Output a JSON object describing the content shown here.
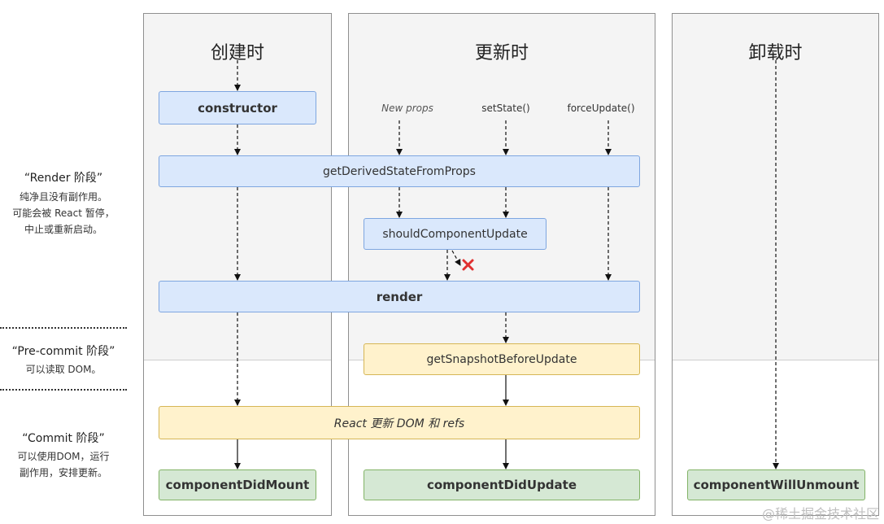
{
  "columns": {
    "mount": {
      "title": "创建时"
    },
    "update": {
      "title": "更新时"
    },
    "unmount": {
      "title": "卸载时"
    }
  },
  "phases": {
    "render": {
      "title": "“Render 阶段”",
      "desc": [
        "纯净且没有副作用。",
        "可能会被 React 暂停，",
        "中止或重新启动。"
      ]
    },
    "precommit": {
      "title": "“Pre-commit 阶段”",
      "desc": [
        "可以读取 DOM。"
      ]
    },
    "commit": {
      "title": "“Commit 阶段”",
      "desc": [
        "可以使用DOM，运行",
        "副作用，安排更新。"
      ]
    }
  },
  "triggers": {
    "new_props": "New props",
    "set_state": "setState()",
    "force_update": "forceUpdate()"
  },
  "boxes": {
    "constructor": "constructor",
    "get_derived_state": "getDerivedStateFromProps",
    "should_update": "shouldComponentUpdate",
    "render": "render",
    "get_snapshot": "getSnapshotBeforeUpdate",
    "react_update_dom": "React 更新 DOM 和 refs",
    "did_mount": "componentDidMount",
    "did_update": "componentDidUpdate",
    "will_unmount": "componentWillUnmount"
  },
  "colors": {
    "blue_fill": "#dae8fc",
    "yellow_fill": "#fff2cc",
    "green_fill": "#d5e8d4",
    "cancel_mark": "#e03030"
  },
  "watermark": "@稀土掘金技术社区"
}
